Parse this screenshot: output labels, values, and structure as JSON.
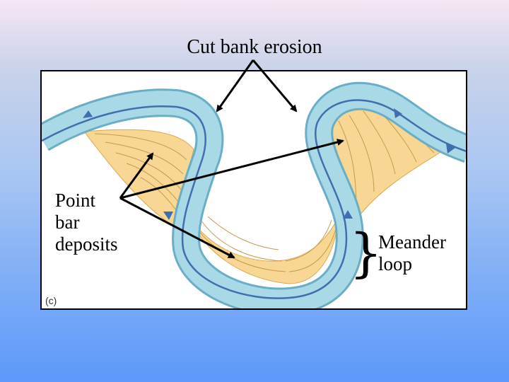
{
  "title": "Cut bank erosion",
  "labels": {
    "point_bar": [
      "Point",
      "bar",
      "deposits"
    ],
    "meander_loop": [
      "Meander",
      "loop"
    ],
    "panel": "(c)"
  },
  "colors": {
    "river": "#9fd2e0",
    "river_edge": "#6aaec6",
    "current_arrow": "#3f6fae",
    "deposit": "#f7d793",
    "deposit_line": "#c79a4e",
    "arrow": "#000000"
  }
}
